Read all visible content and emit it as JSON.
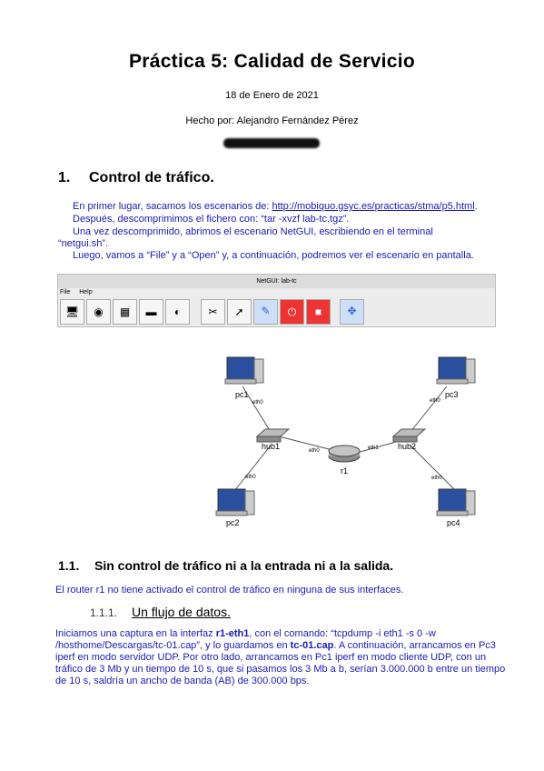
{
  "doc": {
    "title": "Práctica 5:  Calidad  de  Servicio",
    "date": "18 de Enero de 2021",
    "author": "Hecho por: Alejandro Fernández Pérez",
    "section1": {
      "number": "1.",
      "heading": "Control  de  tráfico.",
      "p1_pre": "En primer lugar, sacamos los escenarios de: ",
      "p1_link": "http://mobiquo.gsyc.es/practicas/stma/p5.html",
      "p1_post": ".",
      "p2": "Después, descomprimimos el fichero con: “tar -xvzf lab-tc.tgz”.",
      "p3a": "Una vez descomprimido, abrimos el escenario NetGUI, escribiendo en el terminal",
      "p3b": "“netgui.sh”.",
      "p4": "Luego, vamos a “File” y a “Open” y, a continuación, podremos ver el escenario en pantalla."
    },
    "section11": {
      "number": "1.1.",
      "heading": "Sin control de tráfico ni a la entrada ni a la salida.",
      "p1": "El router r1 no tiene activado el control de tráfico en ninguna de sus interfaces."
    },
    "section111": {
      "number": "1.1.1.",
      "heading": "Un flujo de datos.",
      "l1_a": "Iniciamos una captura en la interfaz ",
      "l1_b": "r1-eth1",
      "l1_c": ", con el comando: “tcpdump -i eth1 -s 0 -w",
      "l2_a": "/hosthome/Descargas/tc-01.cap”, y lo guardamos en ",
      "l2_b": "tc-01.cap",
      "l2_c": ". A continuación, arrancamos en Pc3",
      "l3": "iperf en modo servidor UDP. Por otro lado, arrancamos en Pc1 iperf en modo cliente UDP, con un",
      "l4": "tráfico de 3 Mb y un tiempo de 10 s, que si pasamos los 3 Mb a b, serían 3.000.000 b entre un tiempo",
      "l5": "de 10 s, saldría un ancho de banda (AB) de 300.000 bps."
    }
  },
  "app": {
    "window_title": "NetGUI: lab-tc",
    "menu": [
      "File",
      "Help"
    ],
    "tools": [
      {
        "icon": "monitor-icon",
        "glyph": "🖥"
      },
      {
        "icon": "router-icon",
        "glyph": "◉"
      },
      {
        "icon": "switch-icon",
        "glyph": "▦"
      },
      {
        "icon": "hub-icon",
        "glyph": "▬"
      },
      {
        "icon": "cable-icon",
        "glyph": "◐"
      },
      {
        "icon": "scissors-icon",
        "glyph": "✂"
      },
      {
        "icon": "pointer-icon",
        "glyph": "➚"
      },
      {
        "icon": "edit-icon",
        "glyph": "✎"
      },
      {
        "icon": "power-icon",
        "glyph": "⏻"
      },
      {
        "icon": "stop-icon",
        "glyph": "■"
      },
      {
        "icon": "move-icon",
        "glyph": "✥"
      }
    ]
  },
  "network": {
    "pc1": "pc1",
    "pc2": "pc2",
    "pc3": "pc3",
    "pc4": "pc4",
    "hub1": "hub1",
    "hub2": "hub2",
    "r1": "r1",
    "eth0": "eth0",
    "eth1": "eth1"
  }
}
